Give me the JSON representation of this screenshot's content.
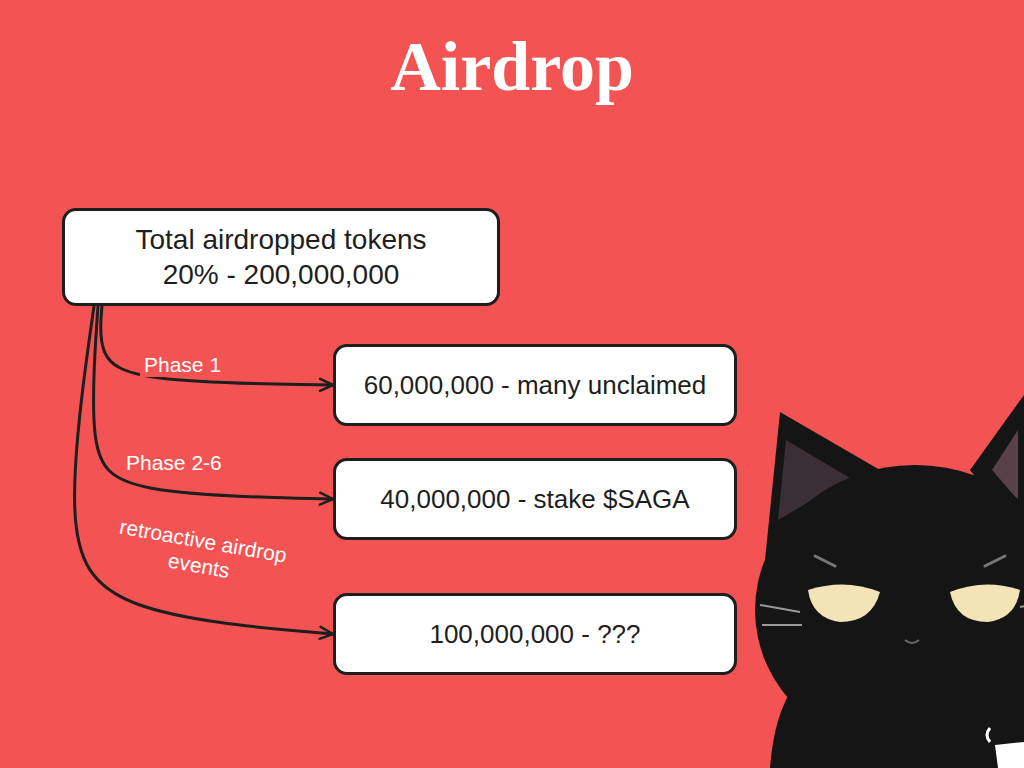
{
  "diagram": {
    "title": "Airdrop",
    "nodes": [
      {
        "text": [
          "Total airdropped tokens 20% - 200,000,000"
        ]
      },
      {
        "text": [
          "60,000,000 - many unclaimed"
        ]
      },
      {
        "text": [
          "40,000,000 - stake $SAGA"
        ]
      },
      {
        "text": [
          "100,000,000 - ???"
        ]
      }
    ],
    "edges": [
      {
        "from": 0,
        "to": 1,
        "label": "Phase 1",
        "arrow": "to"
      },
      {
        "from": 0,
        "to": 2,
        "label": "Phase 2-6",
        "arrow": "to"
      },
      {
        "from": 0,
        "to": 3,
        "label": "retroactive airdrop events",
        "arrow": "to"
      }
    ]
  }
}
